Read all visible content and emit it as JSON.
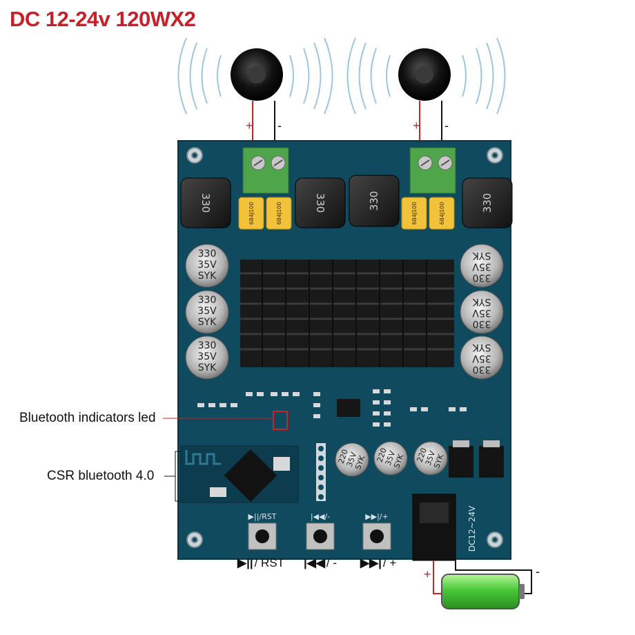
{
  "title": "DC 12-24v 120WX2",
  "labels": {
    "bluetooth_led": "Bluetooth indicators led",
    "csr_bluetooth": "CSR bluetooth 4.0"
  },
  "buttons": [
    {
      "icon": "play-pause-icon",
      "text": "/ RST"
    },
    {
      "icon": "previous-icon",
      "text": "/ -"
    },
    {
      "icon": "next-icon",
      "text": "/ +"
    }
  ],
  "speaker_terminals": {
    "plus": "+",
    "minus": "-"
  },
  "battery_terminals": {
    "plus": "+",
    "minus": "-"
  },
  "board": {
    "inductor_marking": "330",
    "cap_lines": [
      "330",
      "35V",
      "SYK"
    ],
    "small_cap_lines": [
      "220",
      "35V",
      "SYK"
    ],
    "film_cap_marking": "684J100",
    "silk_power": "DC12~24V",
    "silk_buttons": [
      "▶||/RST",
      "|◀◀/-",
      "▶▶|/+"
    ]
  },
  "colors": {
    "title": "#c8202a",
    "pcb": "#0f4a5e",
    "heatsink": "#1a1a1a",
    "terminal": "#4fa54a",
    "film_cap": "#f2c33a",
    "battery": "#49c93a",
    "wire_red": "#d42020"
  }
}
